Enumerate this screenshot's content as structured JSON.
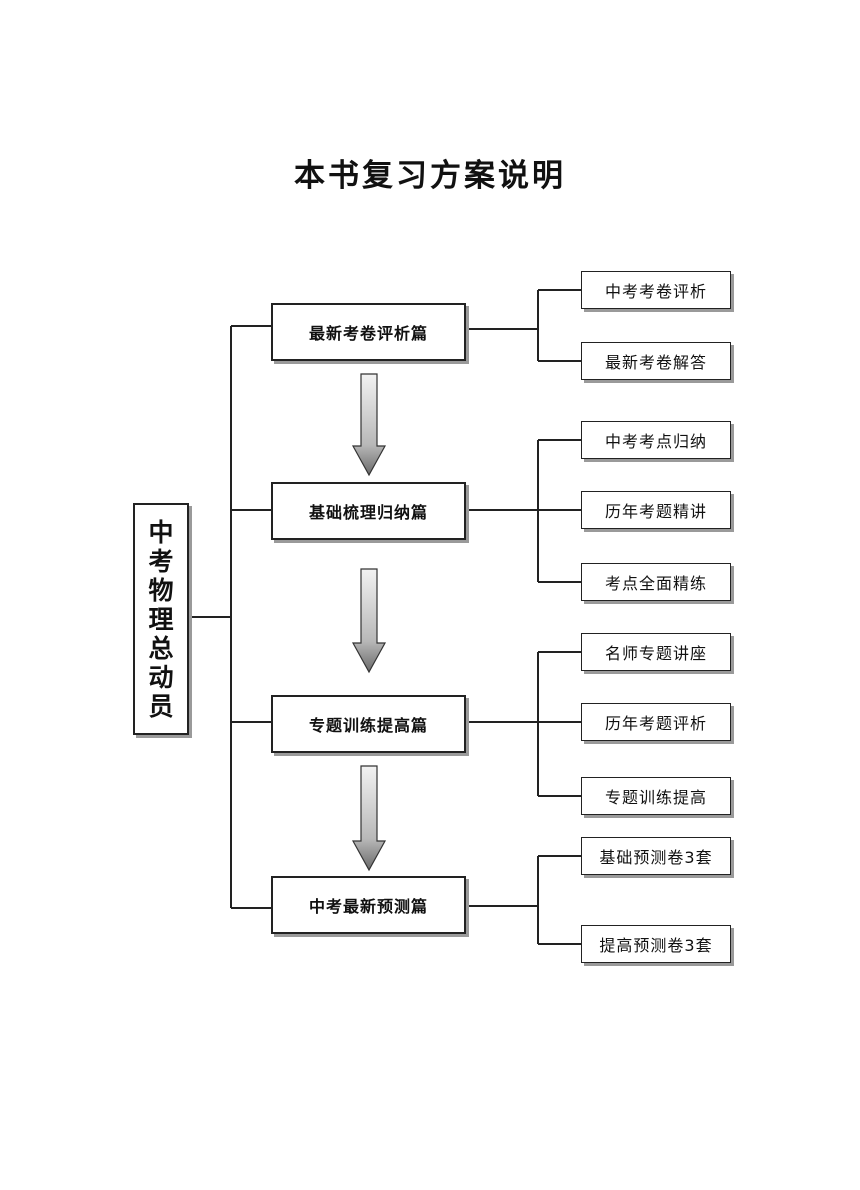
{
  "title": "本书复习方案说明",
  "root": {
    "chars": [
      "中",
      "考",
      "物",
      "理",
      "总",
      "动",
      "员"
    ]
  },
  "sections": [
    {
      "label": "最新考卷评析篇",
      "items": [
        "中考考卷评析",
        "最新考卷解答"
      ]
    },
    {
      "label": "基础梳理归纳篇",
      "items": [
        "中考考点归纳",
        "历年考题精讲",
        "考点全面精练"
      ]
    },
    {
      "label": "专题训练提高篇",
      "items": [
        "名师专题讲座",
        "历年考题评析",
        "专题训练提高"
      ]
    },
    {
      "label": "中考最新预测篇",
      "items": [
        "基础预测卷3套",
        "提高预测卷3套"
      ]
    }
  ]
}
